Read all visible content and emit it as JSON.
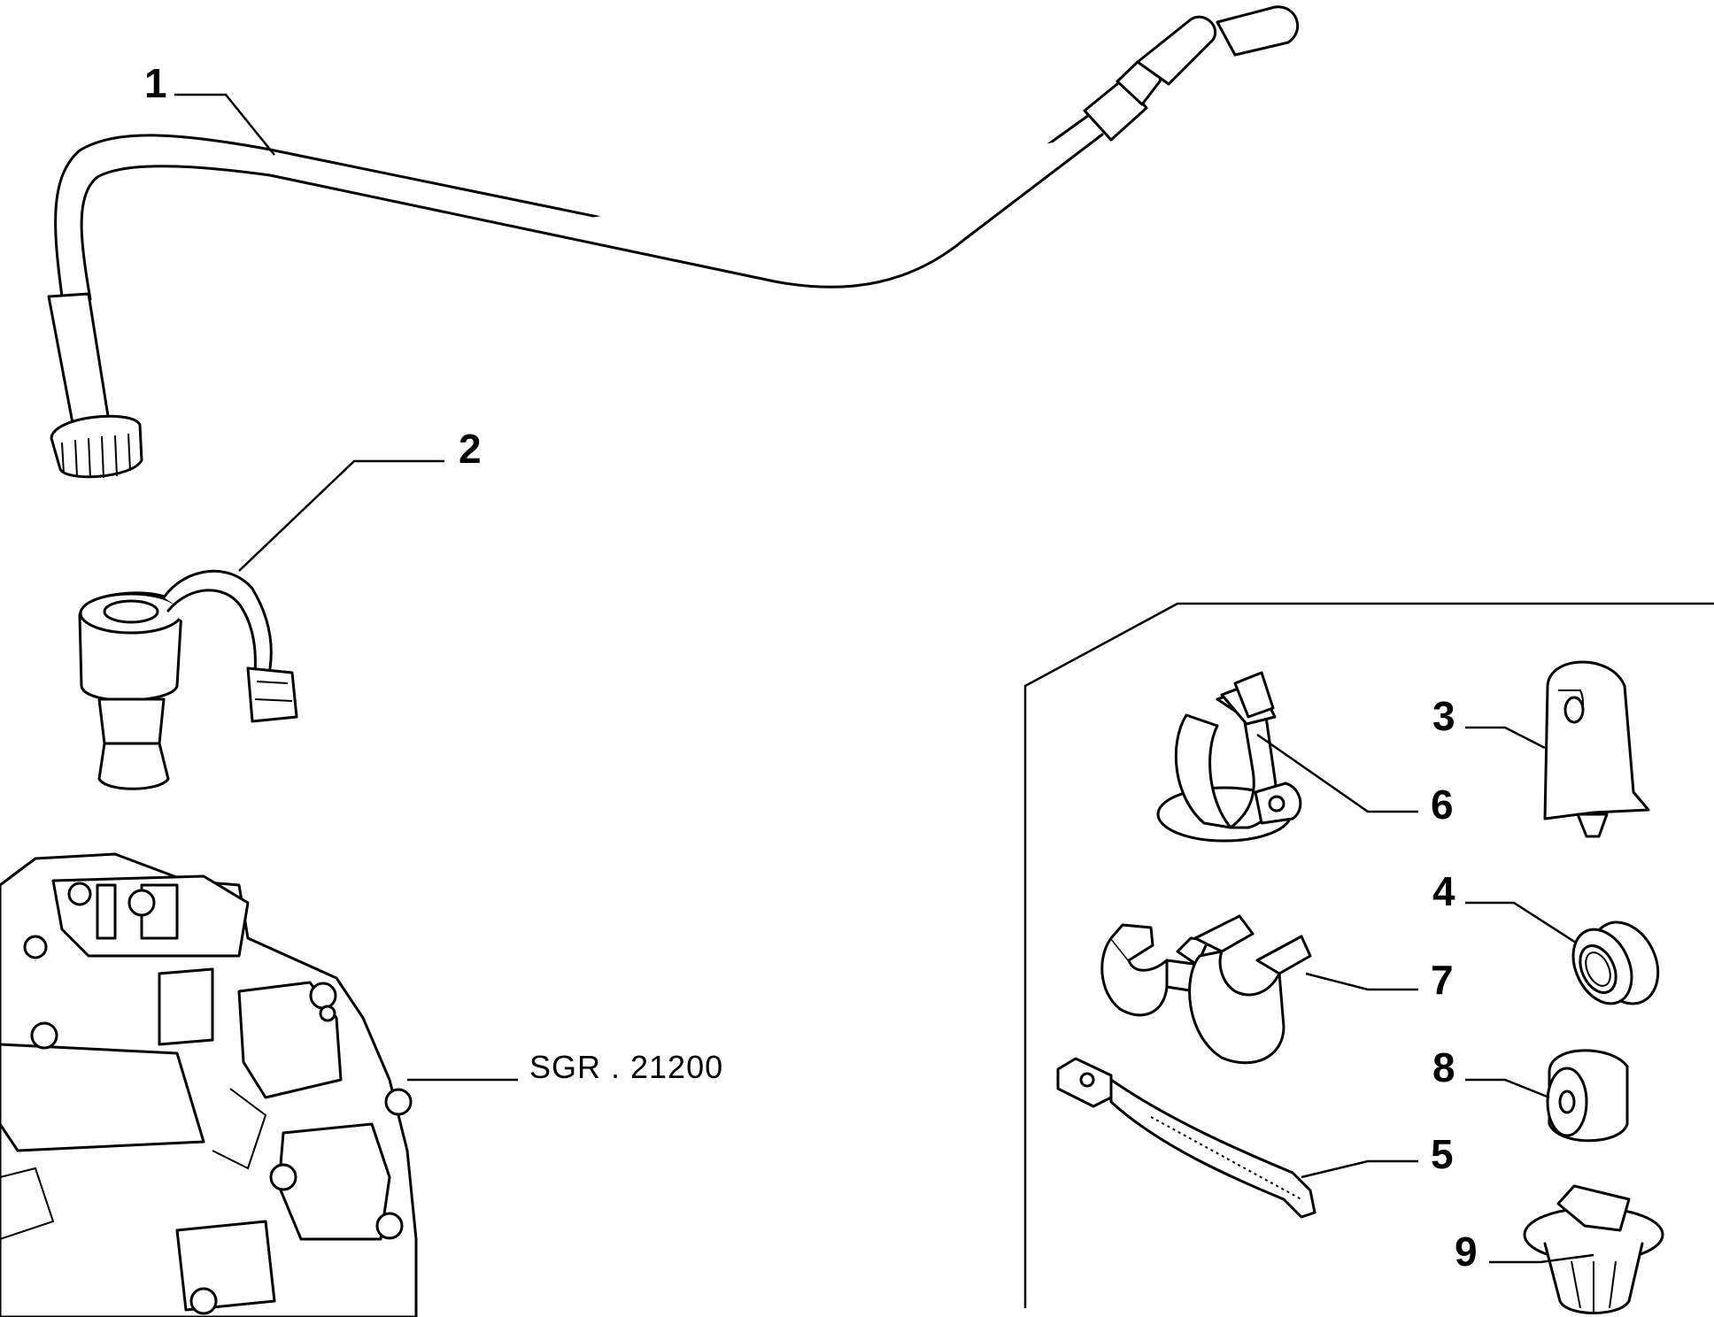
{
  "callouts": {
    "c1": "1",
    "c2": "2",
    "c3": "3",
    "c4": "4",
    "c5": "5",
    "c6": "6",
    "c7": "7",
    "c8": "8",
    "c9": "9"
  },
  "reference": {
    "label": "SGR . 21200"
  }
}
